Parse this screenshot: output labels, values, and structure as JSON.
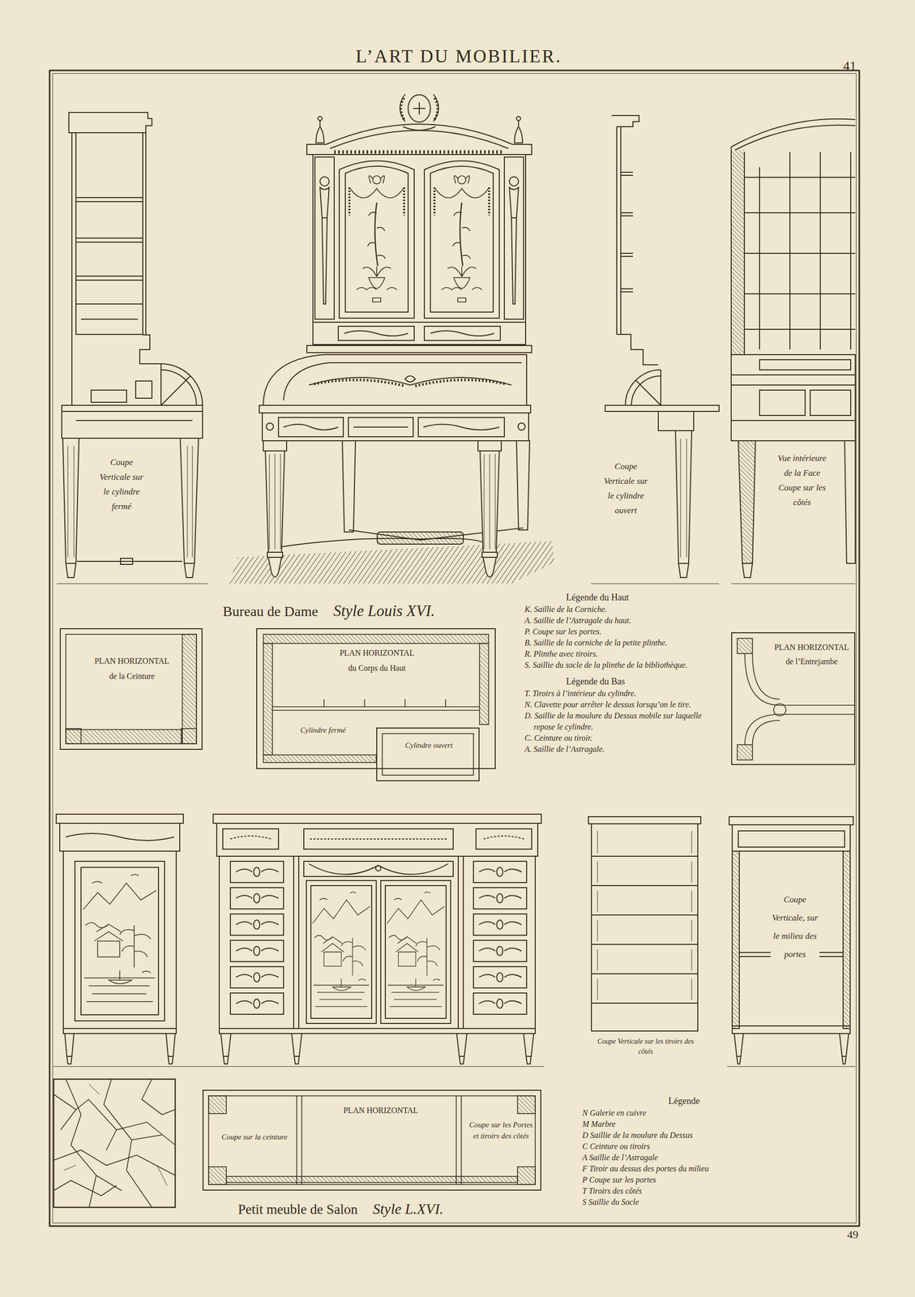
{
  "diagram": {
    "title": "L’ART DU MOBILIER.",
    "nodes": [
      {
        "text": [
          "PLAN HORIZONTAL de la Ceinture"
        ]
      },
      {
        "text": [
          "PLAN HORIZONTAL du Corps du Haut",
          "Cylindre fermé"
        ]
      },
      {
        "text": [
          "Cylindre ouvert"
        ]
      },
      {
        "text": [
          "PLAN HORIZONTAL de l’Entrejambe"
        ]
      },
      {
        "text": [
          "PLAN HORIZONTAL",
          "Coupe sur la ceinture",
          "Coupe sur les Portes et tiroirs des côtés"
        ]
      }
    ],
    "labels": [
      "41",
      "Coupe Verticale sur le cylindre fermé",
      "Coupe Verticale sur le cylindre ouvert",
      "Vue intérieure de la Face Coupe sur les côtés",
      "Bureau de Dame",
      "Style Louis XVI.",
      "Légende du Haut",
      "Légende du Bas",
      "Coupe Verticale sur les tiroirs des côtés",
      "Coupe Verticale, sur le milieu des portes",
      "Petit meuble de Salon",
      "Style L.XVI.",
      "Légende",
      "49"
    ],
    "legend": [
      {
        "text": "K. Saillie de la Corniche."
      },
      {
        "text": "A. Saillie de l’Astragale du haut."
      },
      {
        "text": "P. Coupe sur les portes."
      },
      {
        "text": "B. Saillie de la corniche de la petite plinthe."
      },
      {
        "text": "R. Plinthe avec tiroirs."
      },
      {
        "text": "S. Saillie du socle de la plinthe de la bibliothèque."
      },
      {
        "text": "T. Tiroirs à l’intérieur du cylindre."
      },
      {
        "text": "N. Clavette pour arrêter le dessus lorsqu’on le tire."
      },
      {
        "text": "D. Saillie de la moulure du Dessus mobile sur laquelle repose le cylindre."
      },
      {
        "text": "C. Ceinture ou tiroir."
      },
      {
        "text": "A. Saillie de l’Astragale."
      },
      {
        "text": "N Galerie en cuivre"
      },
      {
        "text": "M Marbre"
      },
      {
        "text": "D Saillie de la moulure du Dessus"
      },
      {
        "text": "C Ceinture ou tiroirs"
      },
      {
        "text": "A Saillie de l’Astragale"
      },
      {
        "text": "F Tiroir au dessus des portes du milieu"
      },
      {
        "text": "P Coupe sur les portes"
      },
      {
        "text": "T Tiroirs des côtés"
      },
      {
        "text": "S Saillie du Socle"
      }
    ]
  }
}
